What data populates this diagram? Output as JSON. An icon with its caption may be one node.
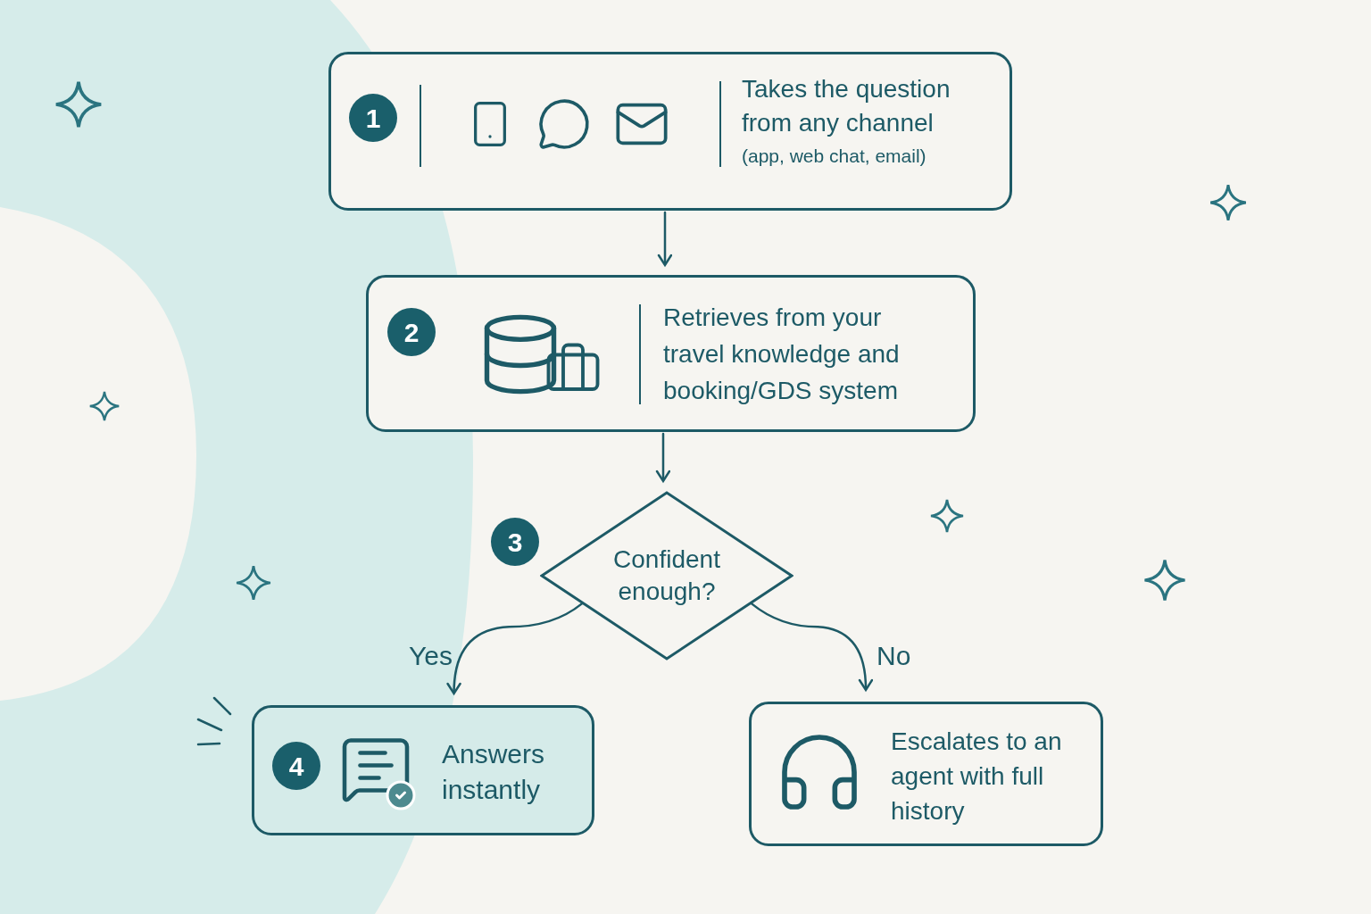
{
  "diagram": {
    "nodes": [
      {
        "text": [
          "Takes the question from any channel",
          "(app, web chat, email)"
        ]
      },
      {
        "text": [
          "1"
        ],
        "in": 0
      },
      {
        "text": [
          "Retrieves from your travel knowledge and booking/GDS system"
        ]
      },
      {
        "text": [
          "2"
        ],
        "in": 2
      },
      {
        "text": [
          "Confident enough?"
        ]
      },
      {
        "text": [
          "3"
        ]
      },
      {
        "text": [
          "Answers instantly"
        ]
      },
      {
        "text": [
          "4"
        ],
        "in": 6
      },
      {
        "text": [
          "Escalates to an agent with full history"
        ]
      }
    ],
    "edges": [
      {
        "from": 0,
        "to": 2,
        "arrow": "to"
      },
      {
        "from": 2,
        "to": 4,
        "arrow": "to"
      },
      {
        "from": 4,
        "to": 6,
        "arrow": "to",
        "label": "Yes"
      },
      {
        "from": 4,
        "to": 8,
        "arrow": "to",
        "label": "No"
      }
    ]
  }
}
